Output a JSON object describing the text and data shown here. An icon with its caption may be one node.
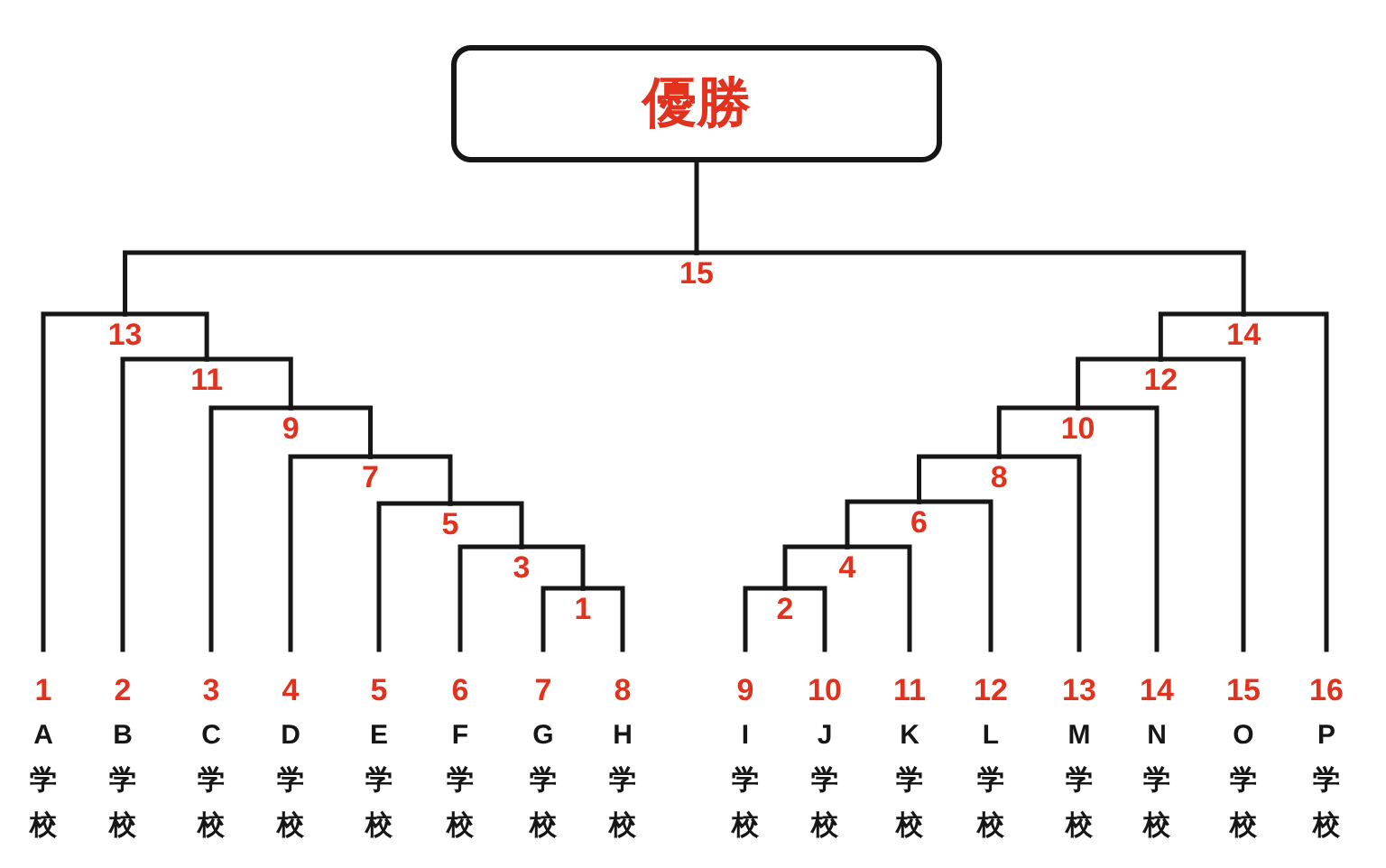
{
  "diagram": {
    "nodes": [
      {
        "text": [
          "優勝"
        ]
      },
      {
        "text": [
          "1",
          "A学校"
        ]
      },
      {
        "text": [
          "2",
          "B学校"
        ]
      },
      {
        "text": [
          "3",
          "C学校"
        ]
      },
      {
        "text": [
          "4",
          "D学校"
        ]
      },
      {
        "text": [
          "5",
          "E学校"
        ]
      },
      {
        "text": [
          "6",
          "F学校"
        ]
      },
      {
        "text": [
          "7",
          "G学校"
        ]
      },
      {
        "text": [
          "8",
          "H学校"
        ]
      },
      {
        "text": [
          "9",
          "I学校"
        ]
      },
      {
        "text": [
          "10",
          "J学校"
        ]
      },
      {
        "text": [
          "11",
          "K学校"
        ]
      },
      {
        "text": [
          "12",
          "L学校"
        ]
      },
      {
        "text": [
          "13",
          "M学校"
        ]
      },
      {
        "text": [
          "14",
          "N学校"
        ]
      },
      {
        "text": [
          "15",
          "O学校"
        ]
      },
      {
        "text": [
          "16",
          "P学校"
        ]
      }
    ],
    "edges": [
      {
        "from": 1,
        "to": 0,
        "arrow": "none"
      },
      {
        "from": 2,
        "to": 0,
        "arrow": "none"
      },
      {
        "from": 3,
        "to": 0,
        "arrow": "none"
      },
      {
        "from": 4,
        "to": 0,
        "arrow": "none"
      },
      {
        "from": 5,
        "to": 0,
        "arrow": "none"
      },
      {
        "from": 6,
        "to": 0,
        "arrow": "none"
      },
      {
        "from": 7,
        "to": 0,
        "arrow": "none"
      },
      {
        "from": 8,
        "to": 0,
        "arrow": "none"
      },
      {
        "from": 9,
        "to": 0,
        "arrow": "none"
      },
      {
        "from": 10,
        "to": 0,
        "arrow": "none"
      },
      {
        "from": 11,
        "to": 0,
        "arrow": "none"
      },
      {
        "from": 12,
        "to": 0,
        "arrow": "none"
      },
      {
        "from": 13,
        "to": 0,
        "arrow": "none"
      },
      {
        "from": 14,
        "to": 0,
        "arrow": "none"
      },
      {
        "from": 15,
        "to": 0,
        "arrow": "none"
      },
      {
        "from": 16,
        "to": 0,
        "arrow": "none"
      }
    ],
    "labels": [
      "15",
      "13",
      "14",
      "11",
      "12",
      "9",
      "10",
      "7",
      "8",
      "5",
      "6",
      "3",
      "4",
      "1",
      "2"
    ]
  }
}
